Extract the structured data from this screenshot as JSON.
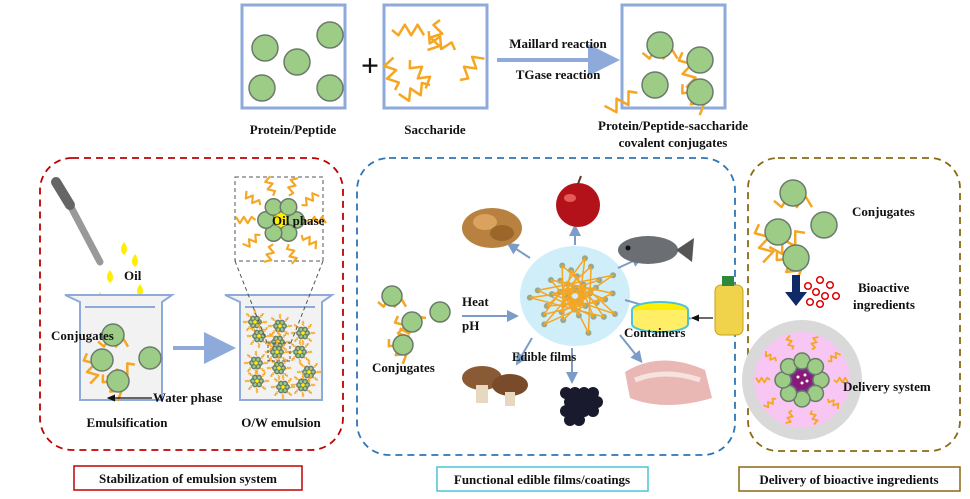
{
  "top": {
    "reactants": [
      {
        "label": "Protein/Peptide"
      },
      {
        "label": "Saccharide"
      }
    ],
    "plus_sign": "+",
    "reaction_labels": [
      "Maillard reaction",
      "TGase reaction"
    ],
    "product_label_lines": [
      "Protein/Peptide-saccharide",
      "covalent conjugates"
    ]
  },
  "emulsion_panel": {
    "oil_label": "Oil",
    "conjugates_label": "Conjugates",
    "water_phase_label": "Water phase",
    "oil_phase_label": "Oil phase",
    "step1_label": "Emulsification",
    "step2_label": "O/W emulsion",
    "caption": "Stabilization of emulsion system",
    "color": "#c00000"
  },
  "films_panel": {
    "conjugates_label": "Conjugates",
    "conditions": [
      "Heat",
      "pH"
    ],
    "center_label": "Edible films",
    "containers_label": "Containers",
    "applications_icons": [
      "walnut-icon",
      "apple-icon",
      "fish-icon",
      "oil-bottle-icon",
      "pork-icon",
      "grapes-icon",
      "mushroom-icon"
    ],
    "caption": "Functional edible films/coatings",
    "color": "#2e75b6",
    "caption_color": "#4bc4d8"
  },
  "delivery_panel": {
    "conjugates_label": "Conjugates",
    "bioactive_label_lines": [
      "Bioactive",
      "ingredients"
    ],
    "delivery_label": "Delivery system",
    "caption": "Delivery of bioactive ingredients",
    "color": "#8b6914"
  },
  "colors": {
    "particle": "#9ccc86",
    "particle_stroke": "#6b7b6b",
    "chain": "#f5a623",
    "box": "#8eaadb",
    "oil": "#ffee00"
  }
}
